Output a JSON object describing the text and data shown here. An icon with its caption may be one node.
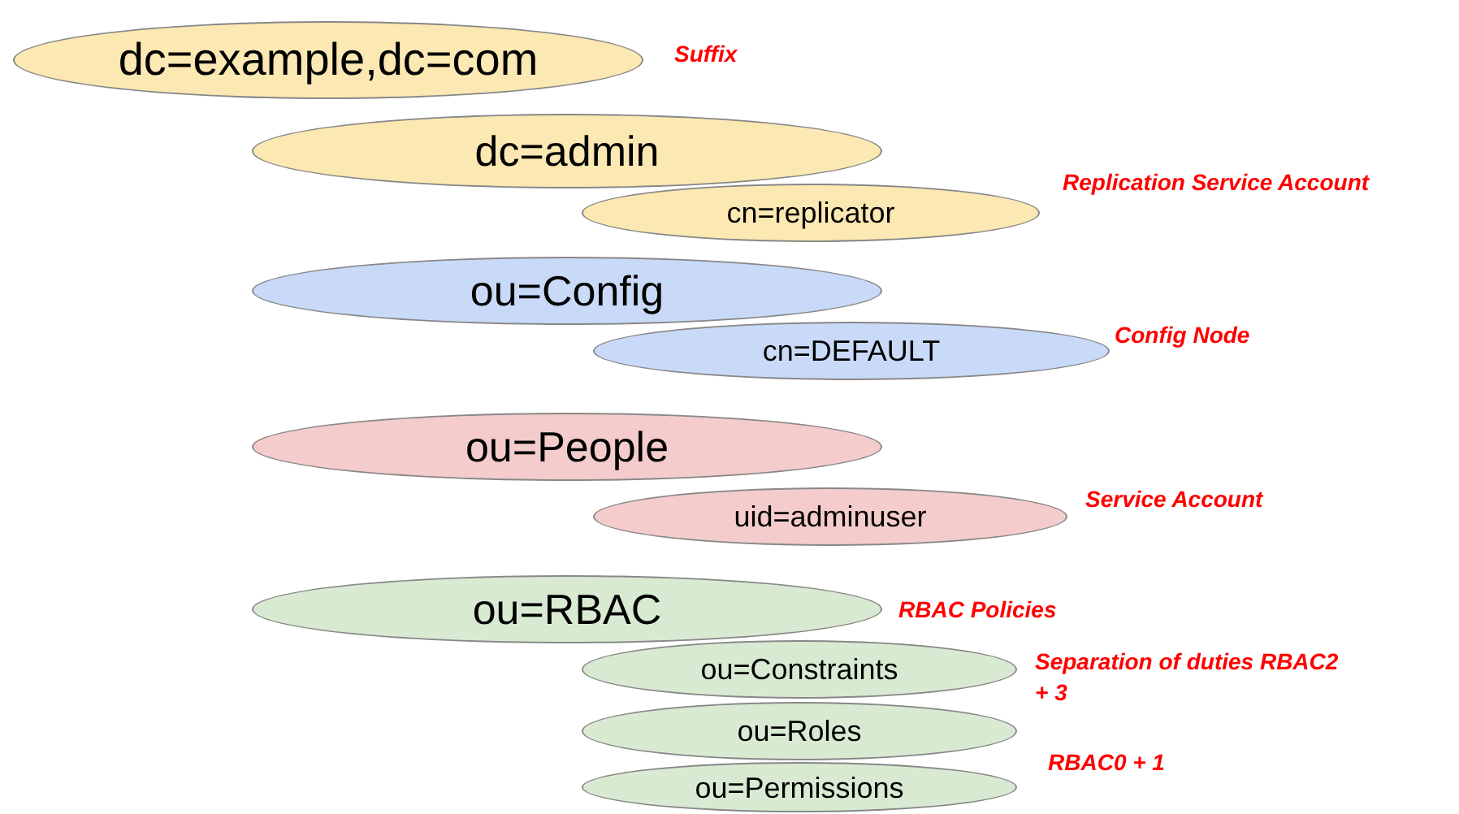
{
  "diagram": {
    "nodes": [
      {
        "text": [
          "dc=example,dc=com"
        ],
        "beside": [
          "Suffix"
        ]
      },
      {
        "text": [
          "dc=admin"
        ]
      },
      {
        "text": [
          "cn=replicator"
        ],
        "beside": [
          "Replication Service Account"
        ]
      },
      {
        "text": [
          "ou=Config"
        ]
      },
      {
        "text": [
          "cn=DEFAULT"
        ],
        "beside": [
          "Config Node"
        ]
      },
      {
        "text": [
          "ou=People"
        ]
      },
      {
        "text": [
          "uid=adminuser"
        ],
        "beside": [
          "Service Account"
        ]
      },
      {
        "text": [
          "ou=RBAC"
        ],
        "beside": [
          "RBAC Policies"
        ]
      },
      {
        "text": [
          "ou=Constraints"
        ],
        "beside": [
          "Separation of duties RBAC2 + 3"
        ]
      },
      {
        "text": [
          "ou=Roles"
        ]
      },
      {
        "text": [
          "ou=Permissions"
        ],
        "beside": [
          "RBAC0 + 1"
        ]
      }
    ]
  }
}
